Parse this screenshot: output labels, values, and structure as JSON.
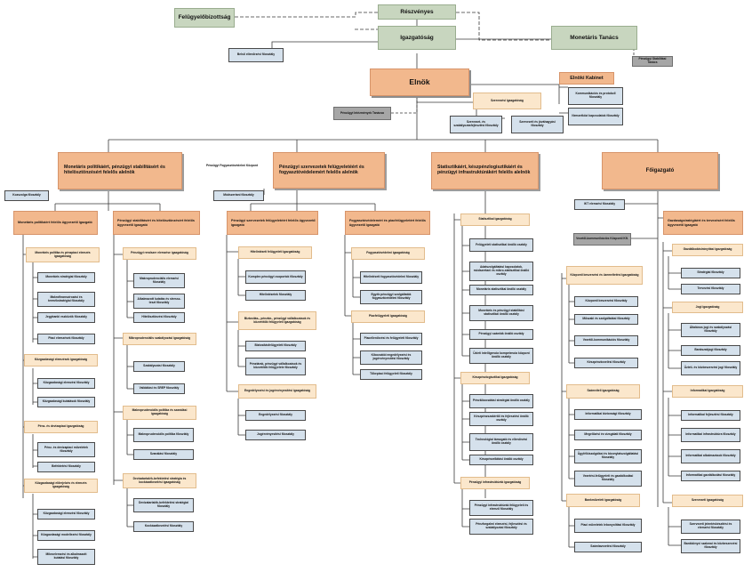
{
  "top": {
    "reszvenyes": "Részvényes",
    "felugyelobizottsag": "Felügyelőbizottság",
    "igazgatosag": "Igazgatóság",
    "monetaris_tanacs": "Monetáris Tanács",
    "belso_ellenorzesi": "Belső ellenőrzési főosztály",
    "penzugyi_stabilitasi_tanacs": "Pénzügyi Stabilitási Tanács",
    "elnok": "Elnök",
    "elnoki_kabinet": "Elnöki Kabinet",
    "penzugyi_intezmenyek_tanacs": "Pénzügyi Intézmények Tanácsa",
    "szervezet_igazgatosag": "Szervezési igazgatóság",
    "kommunikacios": "Kommunikációs és protokoll főosztály",
    "nemzetkozi": "Nemzetközi kapcsolatok főosztály",
    "szervezet_fejlesztesi": "Szervezet- és szabályozásfejlesztési főosztály",
    "jogi_jovahagyasi": "Szervezeti és jóváhagyási főosztály"
  },
  "deputies": {
    "monetaris": "Monetáris politikáért, pénzügyi stabilitásért és hitelösztönzésért felelős alelnök",
    "penzugyi_szervezetek": "Pénzügyi szervezetek felügyeletéért és fogyasztóvédelemért felelős alelnök",
    "statisztika": "Statisztikáért, készpénzlogisztikáért és pénzügyi infrastruktúrákért felelős alelnök",
    "foigazgato": "Főigazgató"
  },
  "side": {
    "kozszolgalat": "Kozszolga főosztály",
    "fogyaszto_kozpont": "Pénzügyi Fogyasztóvédelmi Központ",
    "modszertani": "Módszertani főosztály",
    "ikt": "IKT elemzési főosztály",
    "vezetoi_kozpont": "Vezetői-kommunikációs Központi Kft.",
    "gazdasagstrategia": "Gazdaságstratégiáért és tervezésért felelős ügyvezető igazgató"
  },
  "exec_directors": {
    "monetaris_politikai": "Monetáris politikáért felelős ügyvezető igazgató",
    "penzugyi_stabilitasert": "Pénzügyi stabilitásért és hitelösztönzésért felelős ügyvezető igazgató",
    "penzugyi_szervezetek": "Pénzügyi szervezetek felügyeletéért felelős ügyvezető igazgató",
    "fogyasztovedelem": "Fogyasztóvédelemért és piacfelügyeletért felelős ügyvezető igazgató"
  },
  "col1": [
    {
      "dir": "Monetáris politika és pénzpiaci elemzés igazgatóság",
      "units": [
        "Monetáris stratégiai főosztály",
        "Makrofinanszírozási és termékstratégiai főosztály",
        "Jegybanki eszközök főosztály",
        "Piaci elemzések főosztály"
      ]
    },
    {
      "dir": "Közgazdasági elemzések igazgatóság",
      "units": [
        "Közgazdasági elemzési főosztály",
        "Közgazdasági kutatások főosztály"
      ]
    },
    {
      "dir": "Pénz- és devizapiaci igazgatóság",
      "units": [
        "Pénz- és devizapiaci műveletek főosztály",
        "Befektetési főosztály"
      ]
    },
    {
      "dir": "Közgazdasági előrejelzés és elemzés igazgatóság",
      "units": [
        "Közgazdasági elemzési főosztály",
        "Közgazdasági modellezési főosztály",
        "Mikroelemzési és alkalmazott kutatási főosztály"
      ]
    }
  ],
  "col2": [
    {
      "dir": "Pénzügyi rendszer elemzése igazgatóság",
      "units": [
        "Makroprudenciális elemzési főosztály",
        "Alkalmazott kutatás és stressz-teszt főosztály",
        "Hitelösztönzési főosztály"
      ]
    },
    {
      "dir": "Mikroprudenciális szabályozási igazgatóság",
      "units": [
        "Szabályozási főosztály",
        "Validálási és SREP főosztály"
      ]
    },
    {
      "dir": "Makroprudenciális politika és szanálási igazgatóság",
      "units": [
        "Makroprudenciális politika főosztály",
        "Szanálási főosztály"
      ]
    },
    {
      "dir": "Devizatartalék-befektetési stratégia és kockázatkezelési igazgatóság",
      "units": [
        "Devizatartalék-befektetési stratégiai főosztály",
        "Kockázatkezelési főosztály"
      ]
    }
  ],
  "col3": [
    {
      "dir": "Hitelintézeti felügyeleti igazgatóság",
      "units": [
        "Komplex pénzügyi csoportok főosztály",
        "Hitelintézetek főosztály"
      ]
    },
    {
      "dir": "Biztosítás-, pénztár-, pénzügyi vállalkozások és közvetítők felügyeleti igazgatóság",
      "units": [
        "Biztosításfelügyeleti főosztály",
        "Pénztárak, pénzügyi vállalkozások és közvetítők felügyelete főosztály"
      ]
    },
    {
      "dir": "Engedélyezési és jogérvényesítési igazgatóság",
      "units": [
        "Engedélyezési főosztály",
        "Jogérvényesítési főosztály"
      ]
    }
  ],
  "col4": [
    {
      "dir": "Fogyasztóvédelmi igazgatóság",
      "units": [
        "Hitelintézeti fogyasztóvédelmi főosztály",
        "Egyéb pénzügyi szolgáltatók fogyasztóvédelmi főosztály"
      ]
    },
    {
      "dir": "Piacfelügyeleti igazgatóság",
      "units": [
        "Piacellenőrzési és felügyeleti főosztály",
        "Kibocsátói engedélyezési és jogérvényesítési főosztály",
        "Tőkepiaci felügyeleti főosztály"
      ]
    }
  ],
  "col5": [
    {
      "dir": "Statisztikai igazgatóság",
      "units": [
        "Felügyeleti statisztikai önálló osztály",
        "Adatszolgáltatási kapcsolatok, módszertani és mikro-statisztikai önálló osztály",
        "Monetáris statisztikai önálló osztály",
        "Monetáris és pénzügyi stabilitási statisztikai önálló osztály",
        "Pénzügyi számlák önálló osztály",
        "Üzleti intelligencia kompetencia központ önálló osztály"
      ]
    },
    {
      "dir": "Készpénzlogisztikai igazgatóság",
      "units": [
        "Pénzkibocsátási stratégiai önálló osztály",
        "Készpénzszakértői és fejlesztési önálló osztály",
        "Technológiai támogató és ellenőrzési önálló osztály",
        "Készpénzellátási önálló osztály"
      ]
    },
    {
      "dir": "Pénzügyi infrastruktúrák igazgatóság",
      "units": [
        "Pénzügyi infrastruktúrák felügyeleti és elemző főosztály",
        "Pénzforgalmi elemzési, fejlesztési és szabályozási főosztály"
      ]
    }
  ],
  "col6a": [
    {
      "dir": "Központi beszerzési és üzemeltetési igazgatóság",
      "units": [
        "Központi beszerzési főosztály",
        "Műszaki és szolgáltatási főosztály",
        "Vezetői-kommunikációs főosztály",
        "Készpénzkezelési főosztály"
      ]
    },
    {
      "dir": "Számviteli igazgatóság",
      "units": [
        "Informatikai biztonsági főosztály",
        "Megelőzési és vizsgálati főosztály",
        "Ügyfélkiszolgálási és bizonylatszolgáltatási főosztály",
        "Vezetési-felügyeleti és gazdálkodási főosztály"
      ]
    },
    {
      "dir": "Bankműveleti igazgatóság",
      "units": [
        "Piaci műveletek lebonyolítási főosztály",
        "Számlavezetési főosztály"
      ]
    }
  ],
  "col6b": [
    {
      "dir": "Gazdálkodásirányítási igazgatóság",
      "units": [
        "Stratégiai főosztály",
        "Tervezési főosztály"
      ]
    },
    {
      "dir": "Jogi igazgatóság",
      "units": [
        "Általános jogi és szabályozási főosztály",
        "Bankszakjogi főosztály",
        "Üzleti- és közbeszerzési jogi főosztály"
      ]
    },
    {
      "dir": "Informatikai igazgatóság",
      "units": [
        "Informatikai fejlesztési főosztály",
        "Informatikai infrastruktúra főosztály",
        "Informatikai alkalmazások főosztály",
        "Informatikai gazdálkodási főosztály"
      ]
    },
    {
      "dir": "Szervezeti igazgatóság",
      "units": [
        "Szervezeti jelentéskészítési és elemzési főosztály",
        "Bankkönyvi szakmai és közbeszerzési főosztály"
      ]
    }
  ]
}
